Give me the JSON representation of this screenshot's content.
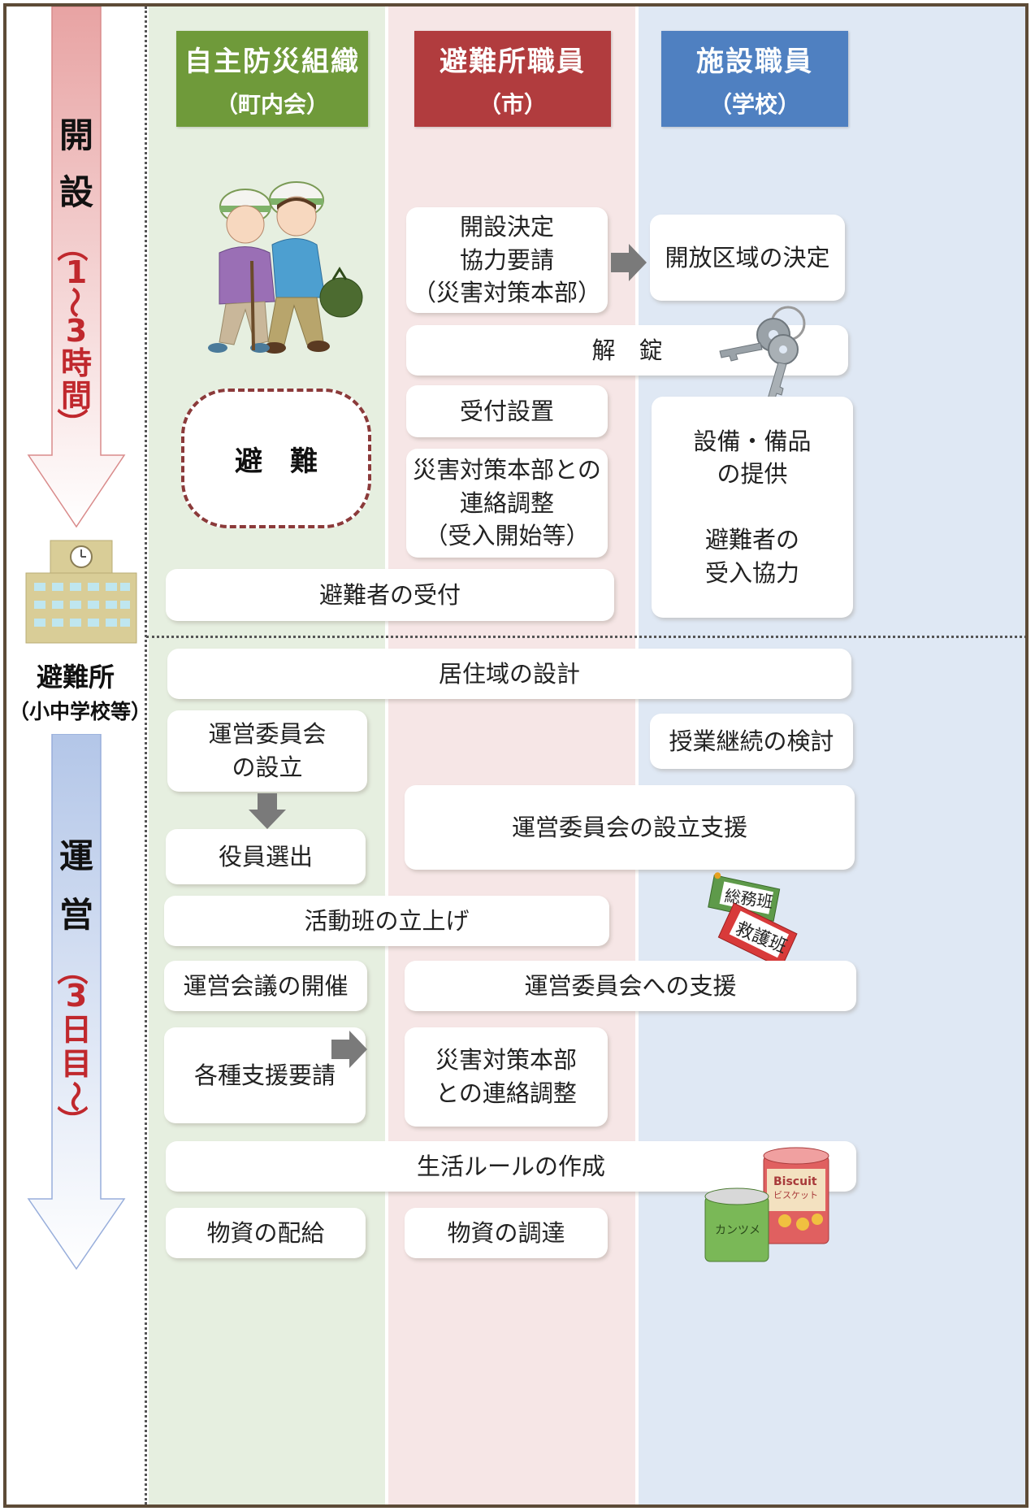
{
  "columns": {
    "community": {
      "title": "自主防災組織",
      "subtitle": "（町内会）",
      "color": "#6f9a3a",
      "bg": "#e6efe0"
    },
    "shelter_staff": {
      "title": "避難所職員",
      "subtitle": "（市）",
      "color": "#b13c3e",
      "bg": "#f6e6e6"
    },
    "facility_staff": {
      "title": "施設職員",
      "subtitle": "（学校）",
      "color": "#4f80c1",
      "bg": "#dfe8f4"
    }
  },
  "timeline": {
    "opening": {
      "chars": [
        "開",
        "設"
      ],
      "range": [
        "（",
        "1",
        "〜",
        "3",
        "時",
        "間",
        "）"
      ]
    },
    "operation": {
      "chars": [
        "運",
        "営"
      ],
      "range": [
        "（",
        "3",
        "日",
        "目",
        "〜",
        "）"
      ]
    },
    "shelter_label": "避難所",
    "shelter_sublabel": "（小中学校等）"
  },
  "opening_phase": {
    "evacuation": "避　難",
    "decision": "開設決定\n協力要請\n（災害対策本部）",
    "open_area": "開放区域の決定",
    "unlock": "解　錠",
    "reception_setup": "受付設置",
    "hq_coordination": "災害対策本部との\n連絡調整\n（受入開始等）",
    "equipment": "設備・備品\nの提供\n\n避難者の\n受入協力",
    "evacuee_reception": "避難者の受付"
  },
  "operation_phase": {
    "living_area": "居住域の設計",
    "committee_setup": "運営委員会\nの設立",
    "class_continuation": "授業継続の検討",
    "committee_support": "運営委員会の設立支援",
    "officer_election": "役員選出",
    "activity_groups": "活動班の立上げ",
    "meetings": "運営会議の開催",
    "committee_assist": "運営委員会への支援",
    "support_requests": "各種支援要請",
    "hq_liaison": "災害対策本部\nとの連絡調整",
    "living_rules": "生活ルールの作成",
    "supply_distribution": "物資の配給",
    "supply_procurement": "物資の調達"
  },
  "illustrations": {
    "armband_1": "総務班",
    "armband_2": "救護班",
    "can_1": "Biscuit",
    "can_1_sub": "ビスケット",
    "can_2": "カンツメ"
  },
  "colors": {
    "frame": "#5d4b37",
    "arrow_top": "#e8aaaa",
    "arrow_bottom": "#b9c9e6",
    "dash_red": "#8b3a3a",
    "range_red": "#c0282d"
  }
}
